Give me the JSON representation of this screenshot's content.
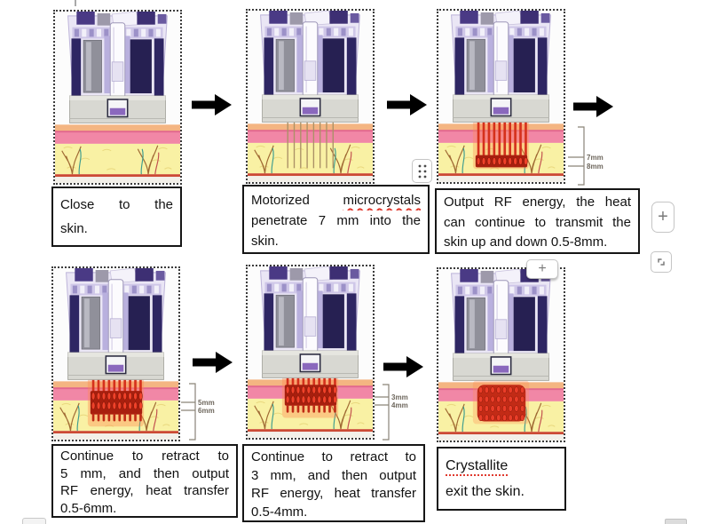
{
  "colors": {
    "arrow": "#000000",
    "panel_border": "#3b3b3b",
    "caption_border": "#161616",
    "spellcheck_red": "#e03a2f",
    "skin_peach": "#f4b582",
    "skin_pink": "#f187a6",
    "skin_yellow": "#f9f1a4",
    "skin_baseline_red": "#cc4a35",
    "device_dark_purple": "#2e2663",
    "device_lavender": "#eae6f5",
    "needle_red": "#d5301c",
    "heat_block_red": "#a81f0e",
    "heat_glow_orange": "#ff8a50",
    "measure_label_gray": "#6e675d",
    "button_border_gray": "#c5c5c5",
    "button_glyph_gray": "#7a7a7a"
  },
  "panels": [
    {
      "step": 1,
      "variant": "none",
      "lines": [
        "Close to the",
        "skin."
      ]
    },
    {
      "step": 2,
      "variant": "thin-needles",
      "line1_prefix": "Motorized ",
      "line1_marked": "microcrystals",
      "line2": "penetrate 7 mm into the",
      "line3": "skin."
    },
    {
      "step": 3,
      "variant": "rf-deep",
      "lines": [
        "Output RF energy, the heat",
        "can continue to transmit the",
        "skin up and down 0.5-8mm."
      ]
    },
    {
      "step": 4,
      "variant": "rf-mid",
      "lines": [
        "Continue to retract to",
        "5 mm, and then output",
        "RF energy, heat transfer",
        "0.5-6mm."
      ]
    },
    {
      "step": 5,
      "variant": "rf-shallow",
      "lines": [
        "Continue to retract to",
        "3 mm, and then output",
        "RF energy, heat transfer",
        "0.5-4mm."
      ]
    },
    {
      "step": 6,
      "variant": "heat-blob",
      "line1_marked": "Crystallite",
      "line2": "exit the skin."
    }
  ],
  "measurements": [
    {
      "panel": 3,
      "labels": [
        "7mm",
        "8mm"
      ]
    },
    {
      "panel": 4,
      "labels": [
        "5mm",
        "6mm"
      ]
    },
    {
      "panel": 5,
      "labels": [
        "3mm",
        "4mm"
      ]
    }
  ],
  "buttons": {
    "plus_side": "+",
    "plus_row2": "+",
    "drag_handle_icon": "six-dot-drag-handle",
    "expand_icon": "fullscreen-expand"
  }
}
